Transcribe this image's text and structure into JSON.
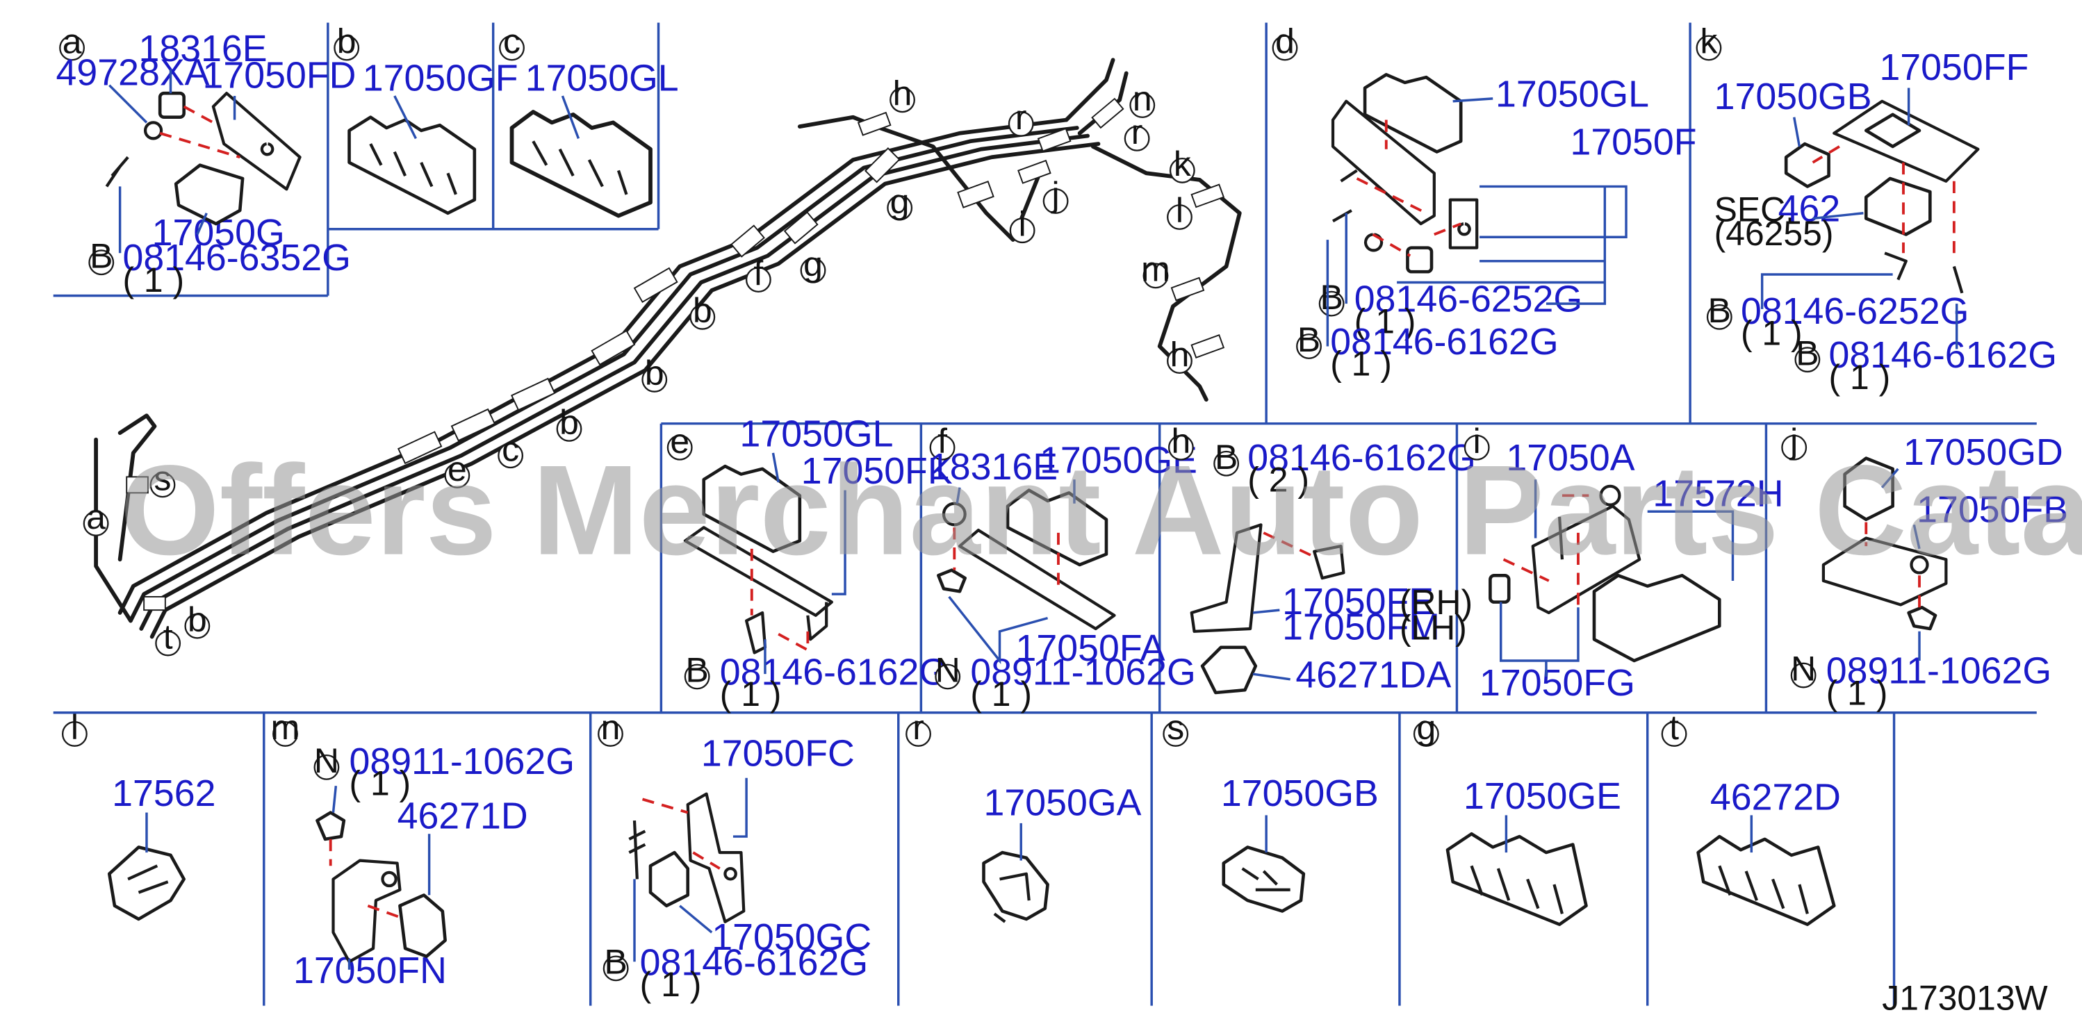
{
  "diagram_id": "J173013W",
  "watermark": "Offers Merchant Auto Parts Catalog PARTSTORE.SA",
  "route_labels": {
    "h": "h",
    "g": "g",
    "f": "f",
    "b": "b",
    "e": "e",
    "c": "c",
    "a": "a",
    "s": "s",
    "t": "t",
    "r": "r",
    "n": "n",
    "j": "j",
    "i": "i",
    "k": "k",
    "l": "l",
    "m": "m"
  },
  "panels": {
    "a": {
      "letter": "a",
      "parts": [
        "18316E",
        "49728XA",
        "17050FD",
        "17050G",
        "08146-6352G"
      ],
      "bolt_prefix": "B",
      "qty": "( 1 )"
    },
    "b": {
      "letter": "b",
      "parts": [
        "17050GF"
      ]
    },
    "c": {
      "letter": "c",
      "parts": [
        "17050GL"
      ]
    },
    "d": {
      "letter": "d",
      "parts": [
        "17050GL",
        "17050F",
        "08146-6252G",
        "08146-6162G"
      ],
      "prefix1": "B",
      "prefix2": "B",
      "qty1": "( 1 )",
      "qty2": "( 1 )"
    },
    "k": {
      "letter": "k",
      "parts": [
        "17050FF",
        "17050GB",
        "462",
        "08146-6252G",
        "08146-6162G"
      ],
      "sec_label": "SEC.",
      "sec_ref": "(46255)",
      "prefix1": "B",
      "prefix2": "B",
      "qty1": "( 1 )",
      "qty2": "( 1 )"
    },
    "e": {
      "letter": "e",
      "parts": [
        "17050GL",
        "17050FK",
        "08146-6162G"
      ],
      "prefix": "B",
      "qty": "( 1 )"
    },
    "f": {
      "letter": "f",
      "parts": [
        "18316E",
        "17050GE",
        "17050FA",
        "08911-1062G"
      ],
      "prefix": "N",
      "qty": "( 1 )"
    },
    "h": {
      "letter": "h",
      "parts": [
        "08146-6162G",
        "17050FE",
        "17050FM",
        "46271DA"
      ],
      "prefix": "B",
      "qty": "( 2 )",
      "rh": "(RH)",
      "lh": "(LH)"
    },
    "i": {
      "letter": "i",
      "parts": [
        "17050A",
        "17572H",
        "17050FG"
      ]
    },
    "j": {
      "letter": "j",
      "parts": [
        "17050GD",
        "17050FB",
        "08911-1062G"
      ],
      "prefix": "N",
      "qty": "( 1 )"
    },
    "l": {
      "letter": "l",
      "parts": [
        "17562"
      ]
    },
    "m": {
      "letter": "m",
      "parts": [
        "08911-1062G",
        "46271D",
        "17050FN"
      ],
      "prefix": "N",
      "qty": "( 1 )"
    },
    "n": {
      "letter": "n",
      "parts": [
        "17050FC",
        "17050GC",
        "08146-6162G"
      ],
      "prefix": "B",
      "qty": "( 1 )"
    },
    "r": {
      "letter": "r",
      "parts": [
        "17050GA"
      ]
    },
    "s": {
      "letter": "s",
      "parts": [
        "17050GB"
      ]
    },
    "g": {
      "letter": "g",
      "parts": [
        "17050GE"
      ]
    },
    "t": {
      "letter": "t",
      "parts": [
        "46272D"
      ]
    }
  }
}
